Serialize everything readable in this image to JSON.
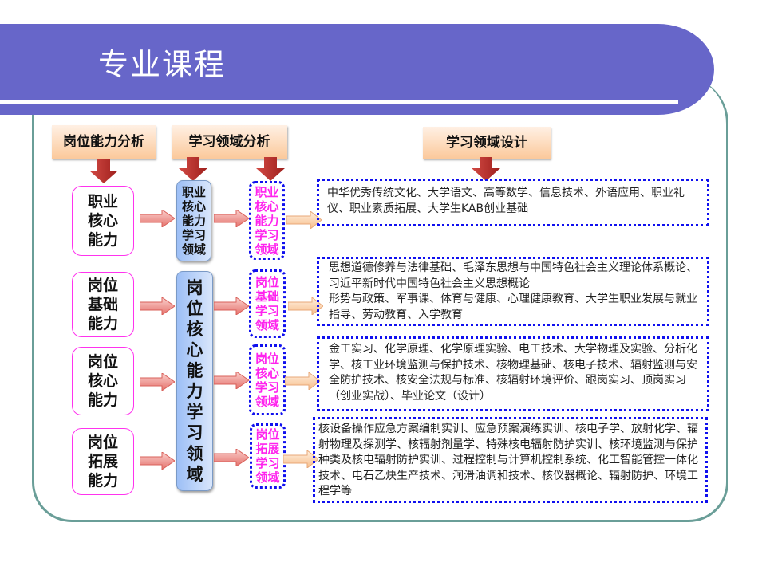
{
  "title": "专业课程",
  "headers": {
    "job_analysis": "岗位能力分析",
    "domain_analysis": "学习领域分析",
    "domain_design": "学习领域设计"
  },
  "abilities": [
    "职业\n核心\n能力",
    "岗位\n基础\n能力",
    "岗位\n核心\n能力",
    "岗位\n拓展\n能力"
  ],
  "core_domains": {
    "vocational": "职业\n核心\n能力\n学习\n领域",
    "job": "岗\n位\n核\n心\n能\n力\n学\n习\n领\n域"
  },
  "domains": [
    "职业\n核心\n能力\n学习\n领域",
    "岗位\n基础\n学习\n领域",
    "岗位\n核心\n学习\n领域",
    "岗位\n拓展\n学习\n领域"
  ],
  "courses": [
    "中华优秀传统文化、大学语文、高等数学、信息技术、外语应用、职业礼仪、职业素质拓展、大学生KAB创业基础",
    "思想道德修养与法律基础、毛泽东思想与中国特色社会主义理论体系概论、习近平新时代中国特色社会主义思想概论\n形势与政策、军事课、体育与健康、心理健康教育、大学生职业发展与就业指导、劳动教育、入学教育",
    "金工实习、化学原理、化学原理实验、电工技术、大学物理及实验、分析化学、核工业环境监测与保护技术、核物理基础、核电子技术、辐射监测与安全防护技术、核安全法规与标准、核辐射环境评价、跟岗实习、顶岗实习（创业实战）、毕业论文（设计）",
    "核设备操作应急方案编制实训、应急预案演练实训、核电子学、放射化学、辐射物理及探测学、核辐射剂量学、特殊核电辐射防护实训、核环境监测与保护种类及核电辐射防护实训、过程控制与计算机控制系统、化工智能管控一体化技术、电石乙炔生产技术、润滑油调和技术、核仪器概论、辐射防护、环境工程学等"
  ],
  "colors": {
    "banner": "#6766c9",
    "frame": "#6a9e98",
    "domain_text": "#ff22ee",
    "dotted_border": "#1010ee"
  }
}
